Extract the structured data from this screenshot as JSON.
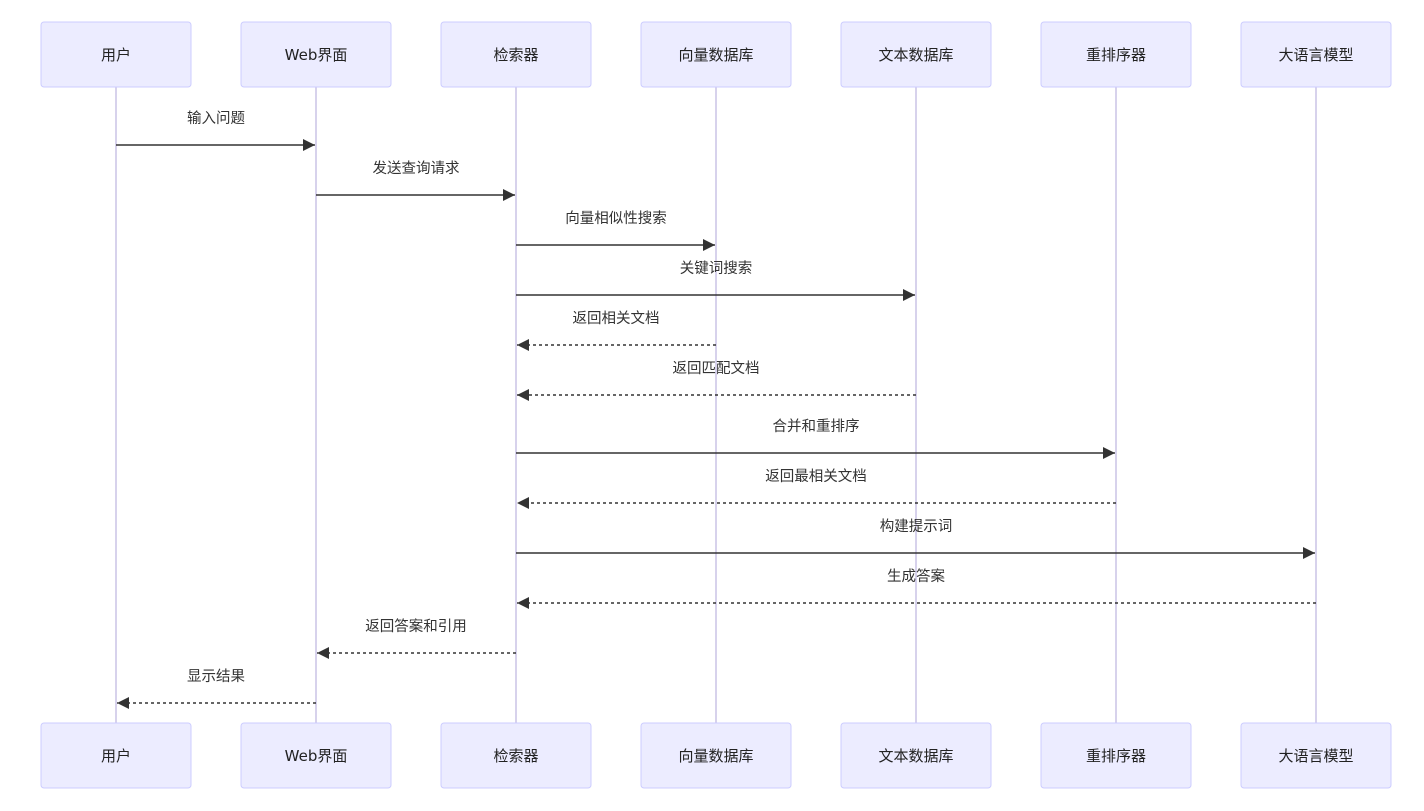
{
  "participants": [
    {
      "id": "user",
      "label": "用户"
    },
    {
      "id": "web",
      "label": "Web界面"
    },
    {
      "id": "retriever",
      "label": "检索器"
    },
    {
      "id": "vectordb",
      "label": "向量数据库"
    },
    {
      "id": "textdb",
      "label": "文本数据库"
    },
    {
      "id": "reranker",
      "label": "重排序器"
    },
    {
      "id": "llm",
      "label": "大语言模型"
    }
  ],
  "messages": [
    {
      "from": "user",
      "to": "web",
      "label": "输入问题",
      "style": "solid"
    },
    {
      "from": "web",
      "to": "retriever",
      "label": "发送查询请求",
      "style": "solid"
    },
    {
      "from": "retriever",
      "to": "vectordb",
      "label": "向量相似性搜索",
      "style": "solid"
    },
    {
      "from": "retriever",
      "to": "textdb",
      "label": "关键词搜索",
      "style": "solid"
    },
    {
      "from": "vectordb",
      "to": "retriever",
      "label": "返回相关文档",
      "style": "dashed"
    },
    {
      "from": "textdb",
      "to": "retriever",
      "label": "返回匹配文档",
      "style": "dashed"
    },
    {
      "from": "retriever",
      "to": "reranker",
      "label": "合并和重排序",
      "style": "solid"
    },
    {
      "from": "reranker",
      "to": "retriever",
      "label": "返回最相关文档",
      "style": "dashed"
    },
    {
      "from": "retriever",
      "to": "llm",
      "label": "构建提示词",
      "style": "solid"
    },
    {
      "from": "llm",
      "to": "retriever",
      "label": "生成答案",
      "style": "dashed"
    },
    {
      "from": "retriever",
      "to": "web",
      "label": "返回答案和引用",
      "style": "dashed"
    },
    {
      "from": "web",
      "to": "user",
      "label": "显示结果",
      "style": "dashed"
    }
  ],
  "colors": {
    "actor_fill": "#ececff",
    "actor_stroke": "#ccccff",
    "lifeline": "#cac4e6",
    "message": "#333333"
  }
}
